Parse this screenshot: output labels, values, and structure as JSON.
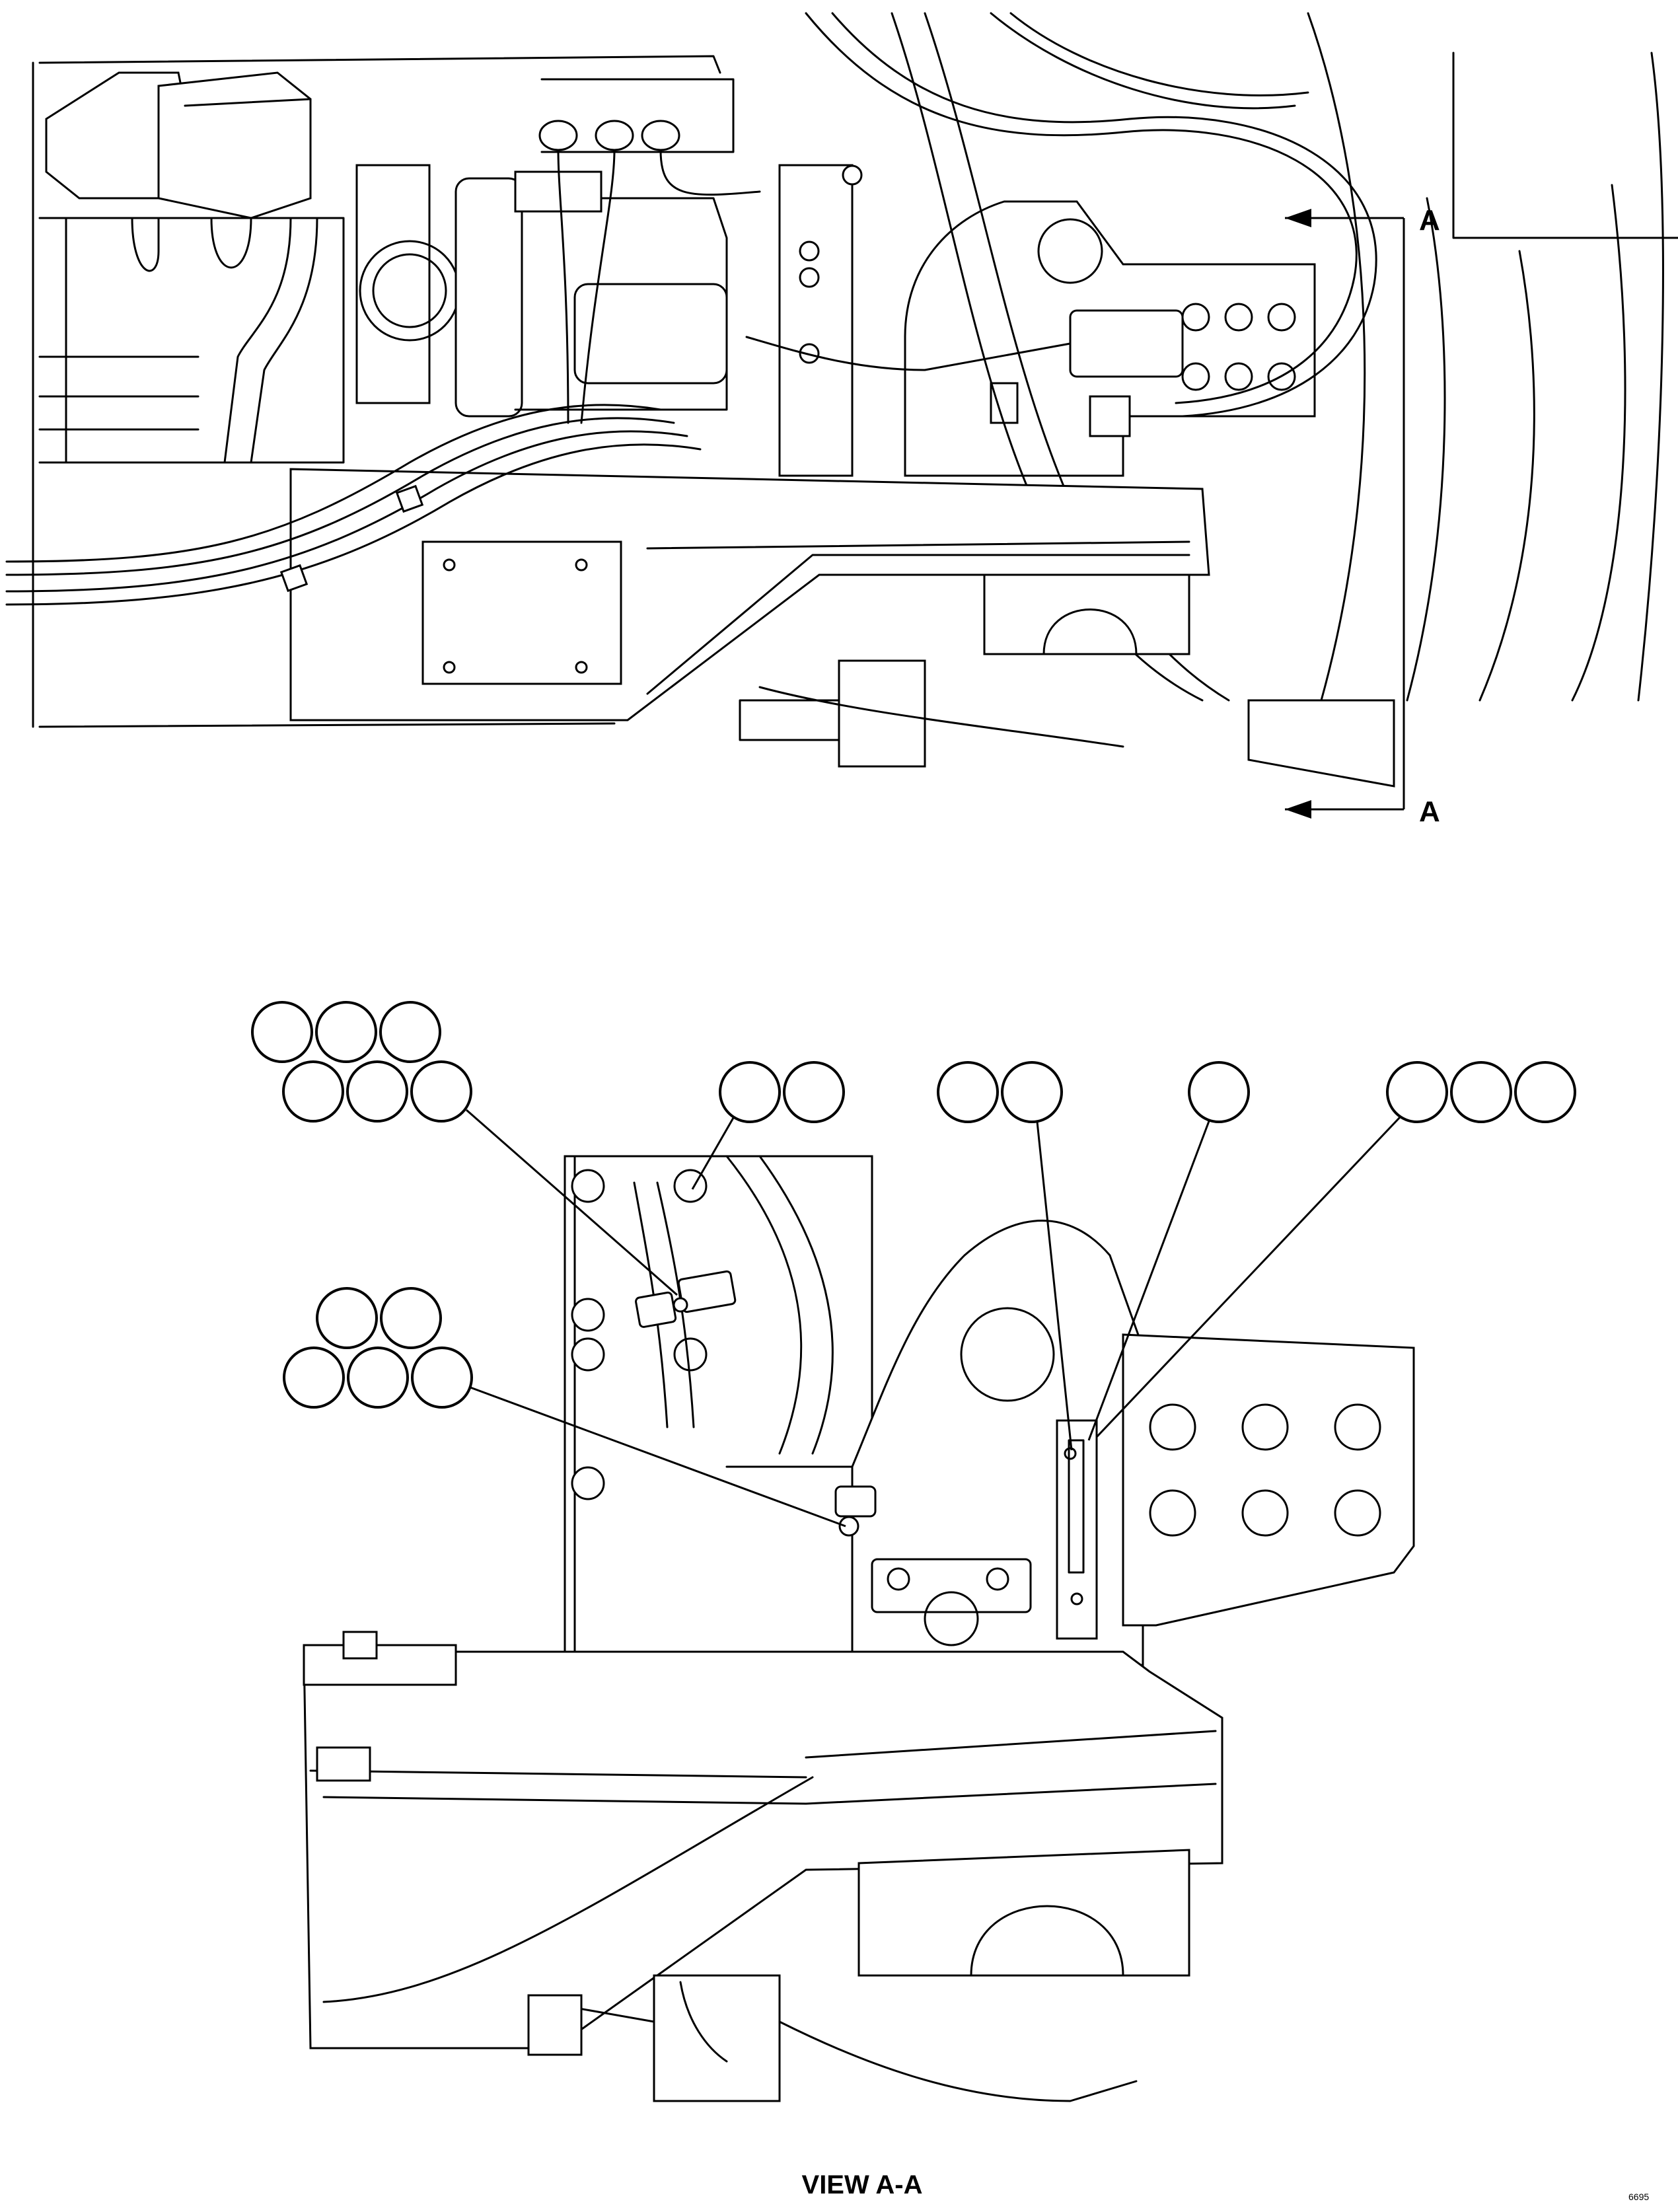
{
  "top_view": {
    "section_marker_upper": "A",
    "section_marker_lower": "A"
  },
  "detail_view": {
    "view_label": "VIEW A-A",
    "callout_groups": [
      {
        "name": "callout-group-1",
        "count": 6
      },
      {
        "name": "callout-group-2",
        "count": 2
      },
      {
        "name": "callout-group-3",
        "count": 2
      },
      {
        "name": "callout-group-4",
        "count": 1
      },
      {
        "name": "callout-group-5",
        "count": 3
      },
      {
        "name": "callout-group-6",
        "count": 5
      }
    ]
  },
  "reference_code": "6695"
}
